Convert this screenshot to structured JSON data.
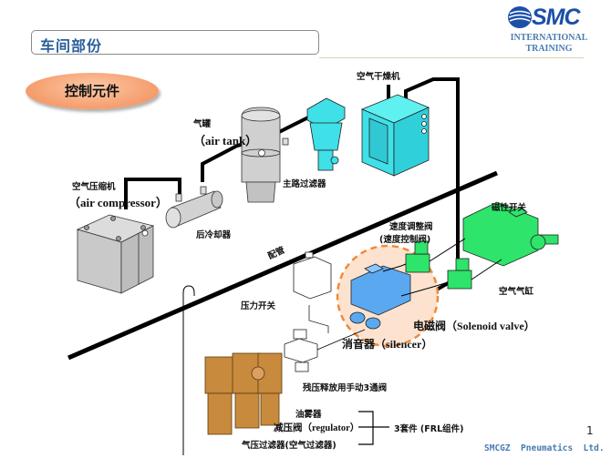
{
  "header": {
    "title": "车间部份",
    "logo": {
      "brand": "SMC",
      "line1": "INTERNATIONAL",
      "line2": "TRAINING"
    }
  },
  "section_badge": "控制元件",
  "components": {
    "air_dryer": "空气干燥机",
    "air_tank_cn": "气罐",
    "air_tank_en": "（air tank）",
    "main_filter": "主路过滤器",
    "compressor_cn": "空气压缩机",
    "compressor_en": "（air compressor）",
    "aftercooler": "后冷却器",
    "piping": "配管",
    "magnetic_switch": "磁性开关",
    "speed_valve_1": "速度调整阀",
    "speed_valve_2": "(速度控制阀)",
    "cylinder": "空气气缸",
    "pressure_switch": "压力开关",
    "solenoid_valve": "电磁阀（Solenoid valve）",
    "silencer": "消音器（silencer）",
    "residual_valve": "残压释放用手动3通阀",
    "lubricator": "油雾器",
    "regulator": "减压阀（regulator）",
    "filter": "气压过滤器(空气过滤器)",
    "frl_group": "3套件 (FRL组件)"
  },
  "colors": {
    "title": "#2b5f9b",
    "dryer": "#3fe0e8",
    "valve_blue": "#5aa8f0",
    "cylinder_green": "#2ee46a",
    "frl_brown": "#c88a3c",
    "highlight_orange": "#f08a3a",
    "highlight_fill": "#fde3cf"
  },
  "footer": {
    "page_number": "1",
    "company": "SMCGZ  Pneumatics  Ltd."
  }
}
